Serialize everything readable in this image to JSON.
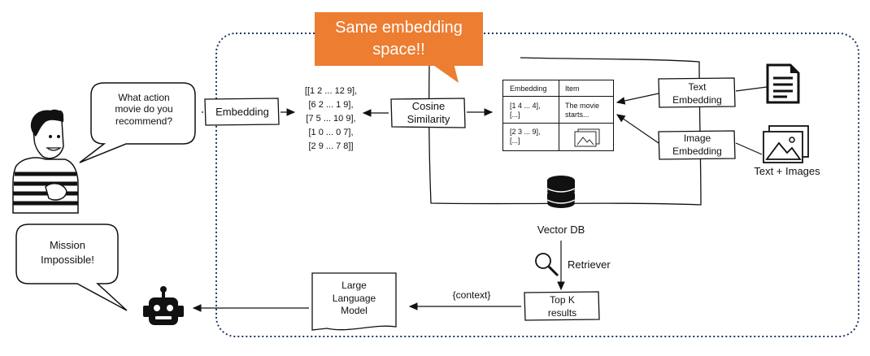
{
  "callout": {
    "line1": "Same embedding",
    "line2": "space!!"
  },
  "user_bubble": {
    "line1": "What action",
    "line2": "movie do you",
    "line3": "recommend?"
  },
  "bot_bubble": {
    "line1": "Mission",
    "line2": "Impossible!"
  },
  "embedding_box": "Embedding",
  "vectors": [
    "[[1 2 ... 12 9],",
    "[6 2 ... 1 9],",
    "[7 5 ... 10 9],",
    "[1 0 ... 0 7],",
    "[2 9 ... 7 8]]"
  ],
  "cosine": {
    "line1": "Cosine",
    "line2": "Similarity"
  },
  "table": {
    "header_embedding": "Embedding",
    "header_item": "Item",
    "row1_embedding_1": "[1 4 ... 4],",
    "row1_embedding_2": "[...]",
    "row1_item_1": "The movie",
    "row1_item_2": "starts...",
    "row2_embedding_1": "[2 3 ... 9],",
    "row2_embedding_2": "[...]"
  },
  "text_embedding": {
    "line1": "Text",
    "line2": "Embedding"
  },
  "image_embedding": {
    "line1": "Image",
    "line2": "Embedding"
  },
  "text_images_label": "Text + Images",
  "vector_db_label": "Vector DB",
  "retriever_label": "Retriever",
  "topk": {
    "line1": "Top K",
    "line2": "results"
  },
  "context_label": "{context}",
  "llm": {
    "line1": "Large",
    "line2": "Language",
    "line3": "Model"
  },
  "colors": {
    "callout": "#ED7D31",
    "ink": "#111111",
    "dotted_border": "#1F3864"
  }
}
